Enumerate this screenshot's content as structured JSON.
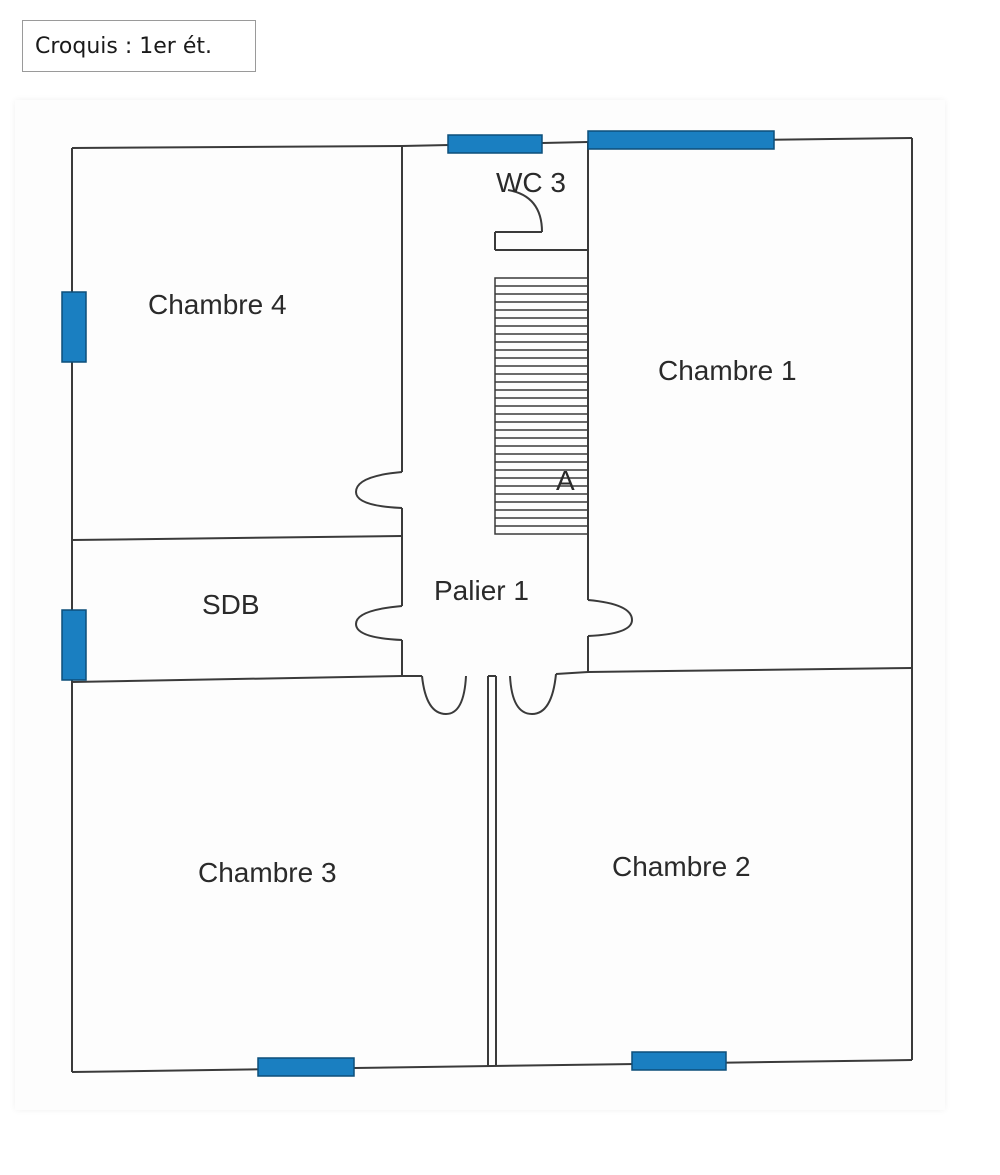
{
  "title": "Croquis : 1er ét.",
  "rooms": {
    "chambre4": "Chambre 4",
    "chambre1": "Chambre 1",
    "chambre2": "Chambre 2",
    "chambre3": "Chambre 3",
    "sdb": "SDB",
    "wc3": "WC 3",
    "palier1": "Palier 1"
  },
  "stair_marker": "A",
  "colors": {
    "wall": "#3a3a3a",
    "window": "#1a7fc1",
    "window_outline": "#0d4f7a"
  }
}
